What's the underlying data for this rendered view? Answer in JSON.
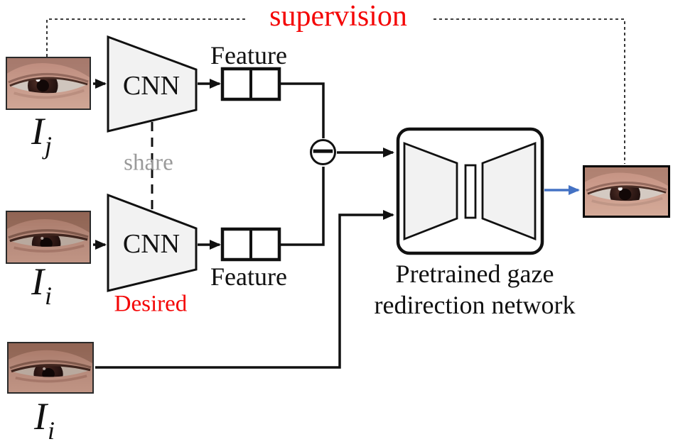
{
  "diagram": {
    "title_region": {
      "supervision": "supervision"
    },
    "encoders": {
      "cnn_top": "CNN",
      "cnn_bottom": "CNN",
      "share": "share",
      "desired": "Desired"
    },
    "features": {
      "feature_top": "Feature",
      "feature_bottom": "Feature"
    },
    "operator": {
      "minus": "−"
    },
    "network": {
      "line1": "Pretrained gaze",
      "line2": "redirection network"
    },
    "inputs": {
      "input_top": {
        "base": "I",
        "sub": "j"
      },
      "input_middle": {
        "base": "I",
        "sub": "i"
      },
      "input_bottom": {
        "base": "I",
        "sub": "i"
      }
    },
    "icons": {
      "eye_input_top": "eye-photo",
      "eye_input_middle": "eye-photo",
      "eye_input_bottom": "eye-photo",
      "eye_output": "eye-photo",
      "minus_circle": "minus-icon"
    },
    "colors": {
      "supervision_red": "#f40606",
      "desired_red": "#f40606",
      "share_gray": "#9a9a9a",
      "line_black": "#111111",
      "trapezoid_fill": "#f2f2f2",
      "output_arrow_blue": "#4472c4"
    }
  }
}
